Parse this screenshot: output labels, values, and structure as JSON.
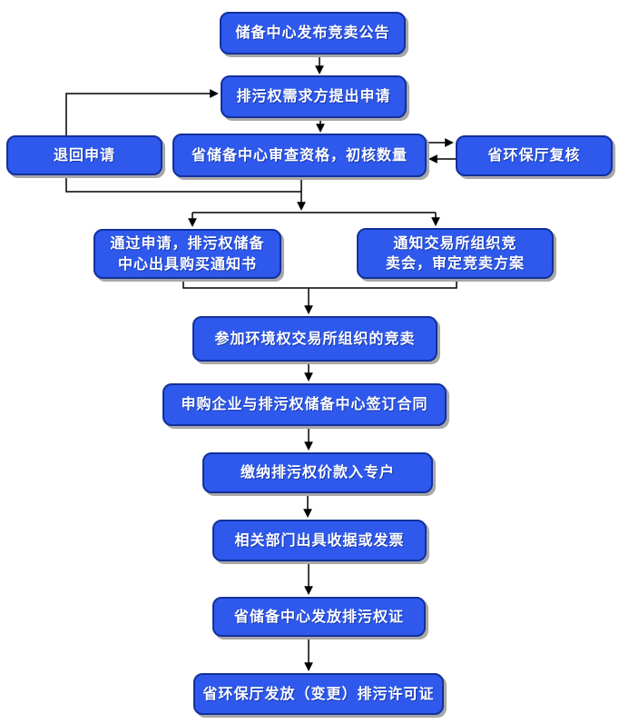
{
  "style": {
    "node_fill": "#2e59ec",
    "node_border": "#13309b",
    "node_shadow": "#a8a8a8",
    "node_text": "#ffffff",
    "line_color": "#000000",
    "page_bg": "#ffffff"
  },
  "nodes": {
    "announce": {
      "label": "储备中心发布竞卖公告"
    },
    "apply": {
      "label": "排污权需求方提出申请"
    },
    "return_app": {
      "label": "退回申请"
    },
    "review": {
      "label": "省储备中心审查资格，初核数量"
    },
    "recheck": {
      "label": "省环保厅复核"
    },
    "notify_buy": {
      "label": "通过申请，排污权储备\n中心出具购买通知书"
    },
    "notify_auction": {
      "label": "通知交易所组织竞\n卖会，审定竞卖方案"
    },
    "auction": {
      "label": "参加环境权交易所组织的竞卖"
    },
    "contract": {
      "label": "申购企业与排污权储备中心签订合同"
    },
    "pay": {
      "label": "缴纳排污权价款入专户"
    },
    "receipt": {
      "label": "相关部门出具收据或发票"
    },
    "issue_right": {
      "label": "省储备中心发放排污权证"
    },
    "issue_permit": {
      "label": "省环保厅发放（变更）排污许可证"
    }
  },
  "edges": [
    {
      "from": "announce",
      "to": "apply"
    },
    {
      "from": "apply",
      "to": "review"
    },
    {
      "from": "review",
      "to": "recheck"
    },
    {
      "from": "recheck",
      "to": "review"
    },
    {
      "from": "review",
      "to": "return_app"
    },
    {
      "from": "return_app",
      "to": "apply"
    },
    {
      "from": "review",
      "to": "notify_buy"
    },
    {
      "from": "review",
      "to": "notify_auction"
    },
    {
      "from": "notify_buy",
      "to": "auction"
    },
    {
      "from": "notify_auction",
      "to": "auction"
    },
    {
      "from": "auction",
      "to": "contract"
    },
    {
      "from": "contract",
      "to": "pay"
    },
    {
      "from": "pay",
      "to": "receipt"
    },
    {
      "from": "receipt",
      "to": "issue_right"
    },
    {
      "from": "issue_right",
      "to": "issue_permit"
    }
  ]
}
